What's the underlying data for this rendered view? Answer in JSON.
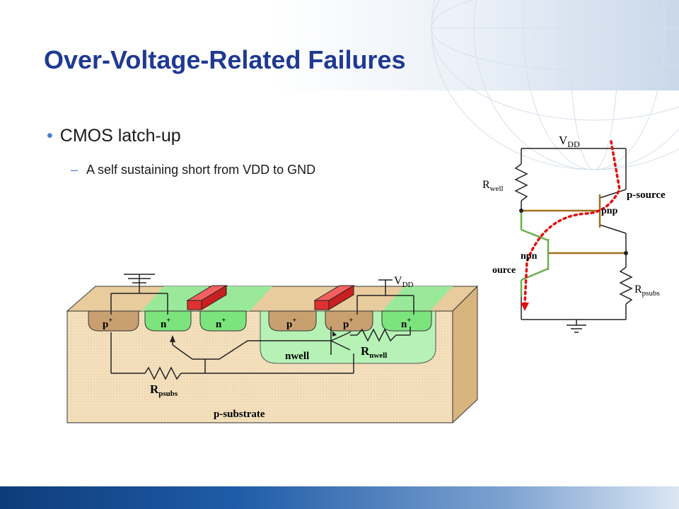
{
  "slide": {
    "title": "Over-Voltage-Related Failures",
    "bullet": "CMOS latch-up",
    "sub_bullet": "A self sustaining short from  VDD to GND"
  },
  "cross_section": {
    "p_plus": "p",
    "n_plus": "n",
    "plus": "+",
    "nwell": "nwell",
    "substrate": "p-substrate",
    "vdd_v": "V",
    "vdd_sub": "DD",
    "r_nwell_r": "R",
    "r_nwell_sub": "nwell",
    "r_psubs_r": "R",
    "r_psubs_sub": "psubs"
  },
  "circuit": {
    "vdd_v": "V",
    "vdd_sub": "DD",
    "r_well_r": "R",
    "r_well_sub": "well",
    "pnp": "pnp",
    "npn": "npn",
    "p_source": "p-source",
    "n_source": "ource",
    "r_psubs_r": "R",
    "r_psubs_sub": "psubs"
  },
  "colors": {
    "title": "#1f3a93",
    "substrate": "#f2dcb5",
    "nwell": "#a8f0a8",
    "pdiff": "#c8a070",
    "ndiff": "#7ce47c",
    "gate": "#f04848",
    "path": "#e01010"
  }
}
